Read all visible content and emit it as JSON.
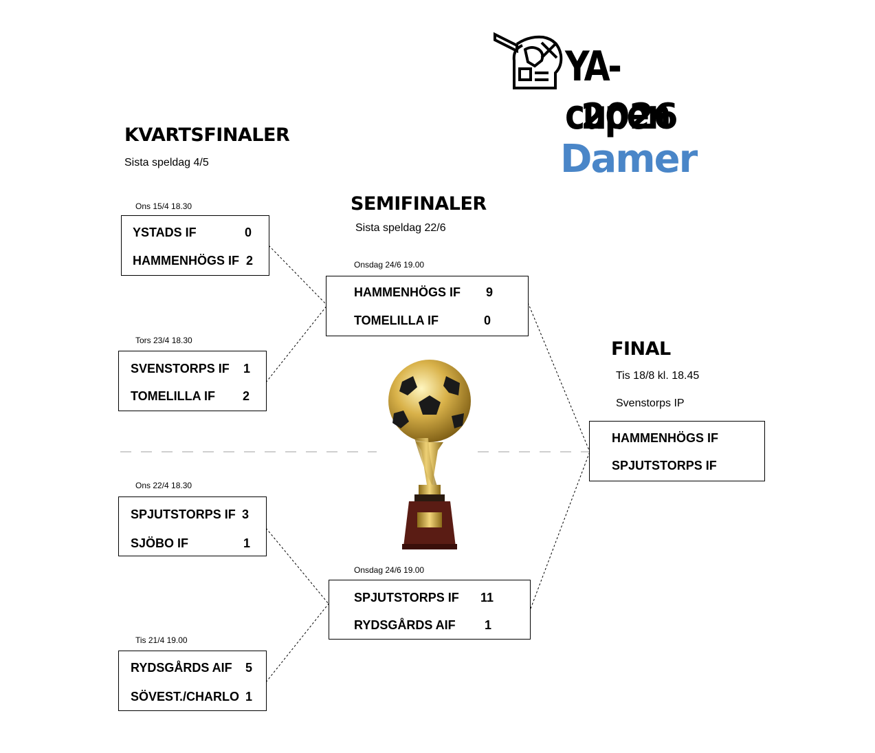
{
  "header": {
    "logo_text": "YA-cupen",
    "year": "2026",
    "category": "Damer",
    "category_color": "#4a86c8"
  },
  "quarterfinals": {
    "title": "KVARTSFINALER",
    "subtitle": "Sista speldag 4/5",
    "matches": [
      {
        "date": "Ons 15/4 18.30",
        "home": "YSTADS IF",
        "home_score": "0",
        "away": "HAMMENHÖGS IF",
        "away_score": "2"
      },
      {
        "date": "Tors 23/4 18.30",
        "home": "SVENSTORPS IF",
        "home_score": "1",
        "away": "TOMELILLA IF",
        "away_score": "2"
      },
      {
        "date": "Ons 22/4 18.30",
        "home": "SPJUTSTORPS IF",
        "home_score": "3",
        "away": "SJÖBO IF",
        "away_score": "1"
      },
      {
        "date": "Tis 21/4 19.00",
        "home": "RYDSGÅRDS AIF",
        "home_score": "5",
        "away": "SÖVEST./CHARLO",
        "away_score": "1"
      }
    ]
  },
  "semifinals": {
    "title": "SEMIFINALER",
    "subtitle": "Sista speldag 22/6",
    "matches": [
      {
        "date": "Onsdag 24/6 19.00",
        "home": "HAMMENHÖGS IF",
        "home_score": "9",
        "away": "TOMELILLA IF",
        "away_score": "0"
      },
      {
        "date": "Onsdag 24/6 19.00",
        "home": "SPJUTSTORPS IF",
        "home_score": "11",
        "away": "RYDSGÅRDS AIF",
        "away_score": "1"
      }
    ]
  },
  "final": {
    "title": "FINAL",
    "date": "Tis 18/8 kl. 18.45",
    "venue": "Svenstorps IP",
    "home": "HAMMENHÖGS IF",
    "away": "SPJUTSTORPS IF"
  }
}
